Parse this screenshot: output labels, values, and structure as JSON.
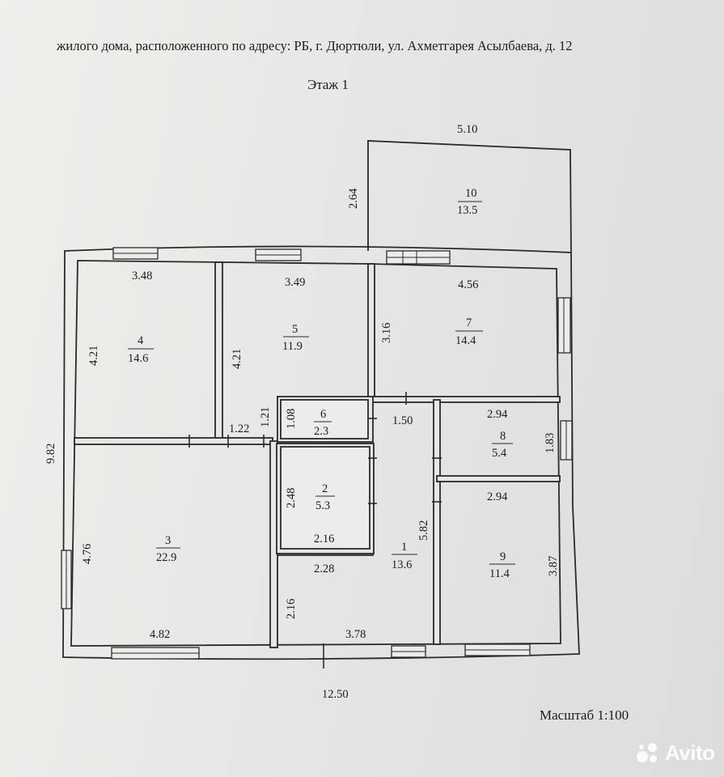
{
  "header": {
    "address_line": "жилого дома, расположенного по адресу: РБ, г. Дюртюли, ул. Ахметгарея Асылбаева, д. 12",
    "floor_title": "Этаж 1"
  },
  "footer": {
    "scale": "Масштаб 1:100"
  },
  "watermark": {
    "brand": "Avito"
  },
  "overall_dims": {
    "total_length": "12.50",
    "total_width": "9.82",
    "annex_length": "5.10",
    "annex_depth": "2.64"
  },
  "rooms": [
    {
      "number": "1",
      "area": "13.6",
      "dims": [
        "1.50",
        "5.82"
      ]
    },
    {
      "number": "2",
      "area": "5.3",
      "dims": [
        "2.48",
        "2.16"
      ]
    },
    {
      "number": "3",
      "area": "22.9",
      "dims": [
        "4.76",
        "4.82"
      ]
    },
    {
      "number": "4",
      "area": "14.6",
      "dims": [
        "3.48",
        "4.21"
      ]
    },
    {
      "number": "5",
      "area": "11.9",
      "dims": [
        "3.49",
        "4.21"
      ]
    },
    {
      "number": "6",
      "area": "2.3",
      "dims": [
        "1.08"
      ]
    },
    {
      "number": "7",
      "area": "14.4",
      "dims": [
        "4.56",
        "3.16"
      ]
    },
    {
      "number": "8",
      "area": "5.4",
      "dims": [
        "2.94",
        "1.83"
      ]
    },
    {
      "number": "9",
      "area": "11.4",
      "dims": [
        "2.94",
        "3.87"
      ]
    },
    {
      "number": "10",
      "area": "13.5",
      "dims": []
    }
  ],
  "corridor_dims": {
    "passage_width": "1.22",
    "passage_depth": "1.21",
    "hall_width": "2.28",
    "hall_depth": "2.16",
    "hall_length": "3.78"
  }
}
